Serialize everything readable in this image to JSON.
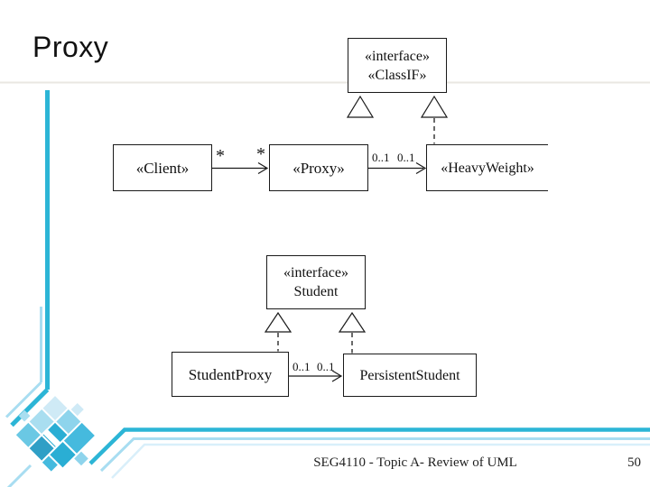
{
  "slide": {
    "title": "Proxy",
    "footer_text": "SEG4110 - Topic A- Review of UML",
    "page_number": "50"
  },
  "colors": {
    "accent": "#2cb5d6",
    "accent-light": "#a8ddf1",
    "accent-faint": "#d9effa",
    "line": "#1a1a1a"
  },
  "uml_upper": {
    "classif": {
      "stereotype": "«interface»",
      "name": "«ClassIF»"
    },
    "client": {
      "name": "«Client»"
    },
    "proxy": {
      "name": "«Proxy»"
    },
    "heavyweight": {
      "name": "«HeavyWeight»"
    },
    "client_proxy_assoc": {
      "source_mult": "*",
      "target_mult": "*"
    },
    "proxy_heavyweight_assoc": {
      "source_mult": "0..1",
      "target_mult": "0..1"
    }
  },
  "uml_lower": {
    "student_interface": {
      "stereotype": "«interface»",
      "name": "Student"
    },
    "student_proxy": {
      "name": "StudentProxy"
    },
    "persistent_student": {
      "name": "PersistentStudent"
    },
    "assoc": {
      "source_mult": "0..1",
      "target_mult": "0..1"
    }
  }
}
